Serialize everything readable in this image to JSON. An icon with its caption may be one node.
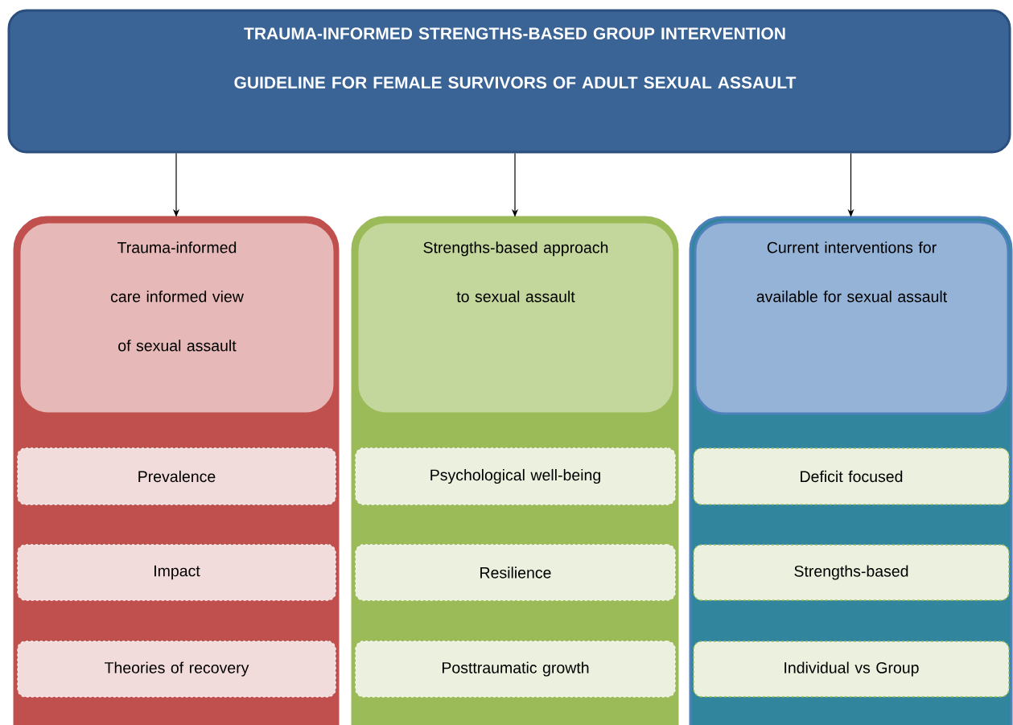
{
  "diagram": {
    "nodes": [
      {
        "text": [
          "TRAUMA-INFORMED STRENGTHS-BASED GROUP INTERVENTION GUIDELINE FOR FEMALE SURVIVORS OF ADULT SEXUAL ASSAULT"
        ]
      },
      {
        "text": [],
        "shape": "box"
      },
      {
        "text": [
          "Trauma-informed care informed view of sexual assault"
        ],
        "in": 1
      },
      {
        "text": [
          "Prevalence"
        ],
        "in": 1
      },
      {
        "text": [
          "Impact"
        ],
        "in": 1
      },
      {
        "text": [
          "Theories of recovery"
        ],
        "in": 1
      },
      {
        "text": [],
        "shape": "box"
      },
      {
        "text": [
          "Strengths-based approach to sexual assault"
        ],
        "in": 6
      },
      {
        "text": [
          "Psychological well-being"
        ],
        "in": 6
      },
      {
        "text": [
          "Resilience"
        ],
        "in": 6
      },
      {
        "text": [
          "Posttraumatic growth"
        ],
        "in": 6
      },
      {
        "text": [],
        "shape": "box"
      },
      {
        "text": [
          "Current interventions for available for sexual assault"
        ],
        "in": 11
      },
      {
        "text": [
          "Deficit focused"
        ],
        "in": 11
      },
      {
        "text": [
          "Strengths-based"
        ],
        "in": 11
      },
      {
        "text": [
          "Individual vs Group"
        ],
        "in": 11
      }
    ],
    "edges": [
      {
        "from": 0,
        "to": 1,
        "arrow": "to"
      },
      {
        "from": 0,
        "to": 6,
        "arrow": "to"
      },
      {
        "from": 0,
        "to": 11,
        "arrow": "to"
      }
    ]
  }
}
